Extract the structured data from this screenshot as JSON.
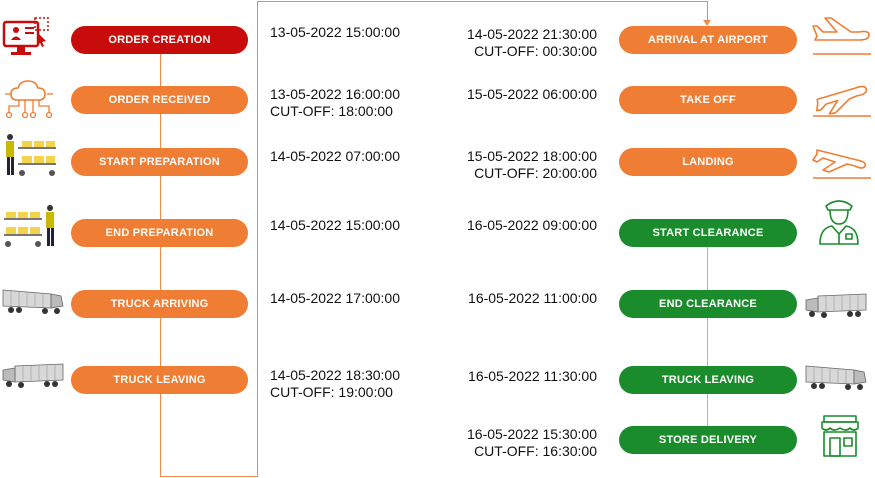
{
  "colors": {
    "red": "#c80c0c",
    "orange": "#ef7d33",
    "green": "#1a8c2c",
    "line_orange": "#f08a4b",
    "line_green": "#8dc99a"
  },
  "left_steps": [
    {
      "label": "ORDER CREATION",
      "color": "red",
      "icon": "computer-monitor-icon",
      "time": "13-05-2022  15:00:00",
      "cutoff": ""
    },
    {
      "label": "ORDER RECEIVED",
      "color": "orange",
      "icon": "cloud-network-icon",
      "time": "13-05-2022  16:00:00",
      "cutoff": "CUT-OFF: 18:00:00"
    },
    {
      "label": "START PREPARATION",
      "color": "orange",
      "icon": "worker-with-cart-icon",
      "time": "14-05-2022  07:00:00",
      "cutoff": ""
    },
    {
      "label": "END PREPARATION",
      "color": "orange",
      "icon": "worker-with-cart-icon",
      "time": "14-05-2022  15:00:00",
      "cutoff": ""
    },
    {
      "label": "TRUCK ARRIVING",
      "color": "orange",
      "icon": "truck-icon",
      "time": "14-05-2022  17:00:00",
      "cutoff": ""
    },
    {
      "label": "TRUCK LEAVING",
      "color": "orange",
      "icon": "truck-icon",
      "time": "14-05-2022  18:30:00",
      "cutoff": "CUT-OFF: 19:00:00"
    }
  ],
  "right_steps": [
    {
      "label": "ARRIVAL AT AIRPORT",
      "color": "orange",
      "icon": "airplane-icon",
      "time": "14-05-2022  21:30:00",
      "cutoff": "CUT-OFF: 00:30:00"
    },
    {
      "label": "TAKE OFF",
      "color": "orange",
      "icon": "airplane-icon",
      "time": "15-05-2022  06:00:00",
      "cutoff": ""
    },
    {
      "label": "LANDING",
      "color": "orange",
      "icon": "airplane-icon",
      "time": "15-05-2022  18:00:00",
      "cutoff": "CUT-OFF: 20:00:00"
    },
    {
      "label": "START CLEARANCE",
      "color": "green",
      "icon": "customs-officer-icon",
      "time": "16-05-2022  09:00:00",
      "cutoff": ""
    },
    {
      "label": "END CLEARANCE",
      "color": "green",
      "icon": "truck-icon",
      "time": "16-05-2022  11:00:00",
      "cutoff": ""
    },
    {
      "label": "TRUCK LEAVING",
      "color": "green",
      "icon": "truck-icon",
      "time": "16-05-2022  11:30:00",
      "cutoff": ""
    },
    {
      "label": "STORE DELIVERY",
      "color": "green",
      "icon": "store-icon",
      "time": "16-05-2022  15:30:00",
      "cutoff": "CUT-OFF: 16:30:00"
    }
  ]
}
